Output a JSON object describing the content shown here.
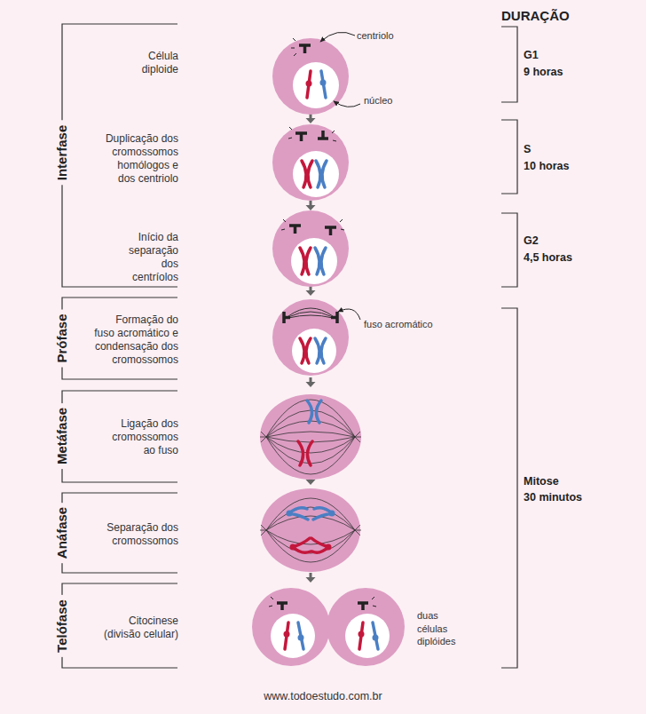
{
  "diagram": {
    "labels": [
      "centriolo",
      "núcleo",
      "DURAÇÃO",
      "Interfase",
      "Célula diploide",
      "G1",
      "9 horas",
      "Duplicação dos cromossomos homólogos e dos centriolo",
      "S",
      "10 horas",
      "Início da separação dos centríolos",
      "G2",
      "4,5 horas",
      "Prófase",
      "Formação do fuso acromático e condensação dos cromossomos",
      "fuso acromático",
      "Metáfase",
      "Ligação dos cromossomos ao fuso",
      "Mitose",
      "30 minutos",
      "Anáfase",
      "Separação dos cromossomos",
      "Telófase",
      "Citocinese (divisão celular)",
      "duas células diplóides",
      "www.todoestudo.com.br"
    ]
  }
}
